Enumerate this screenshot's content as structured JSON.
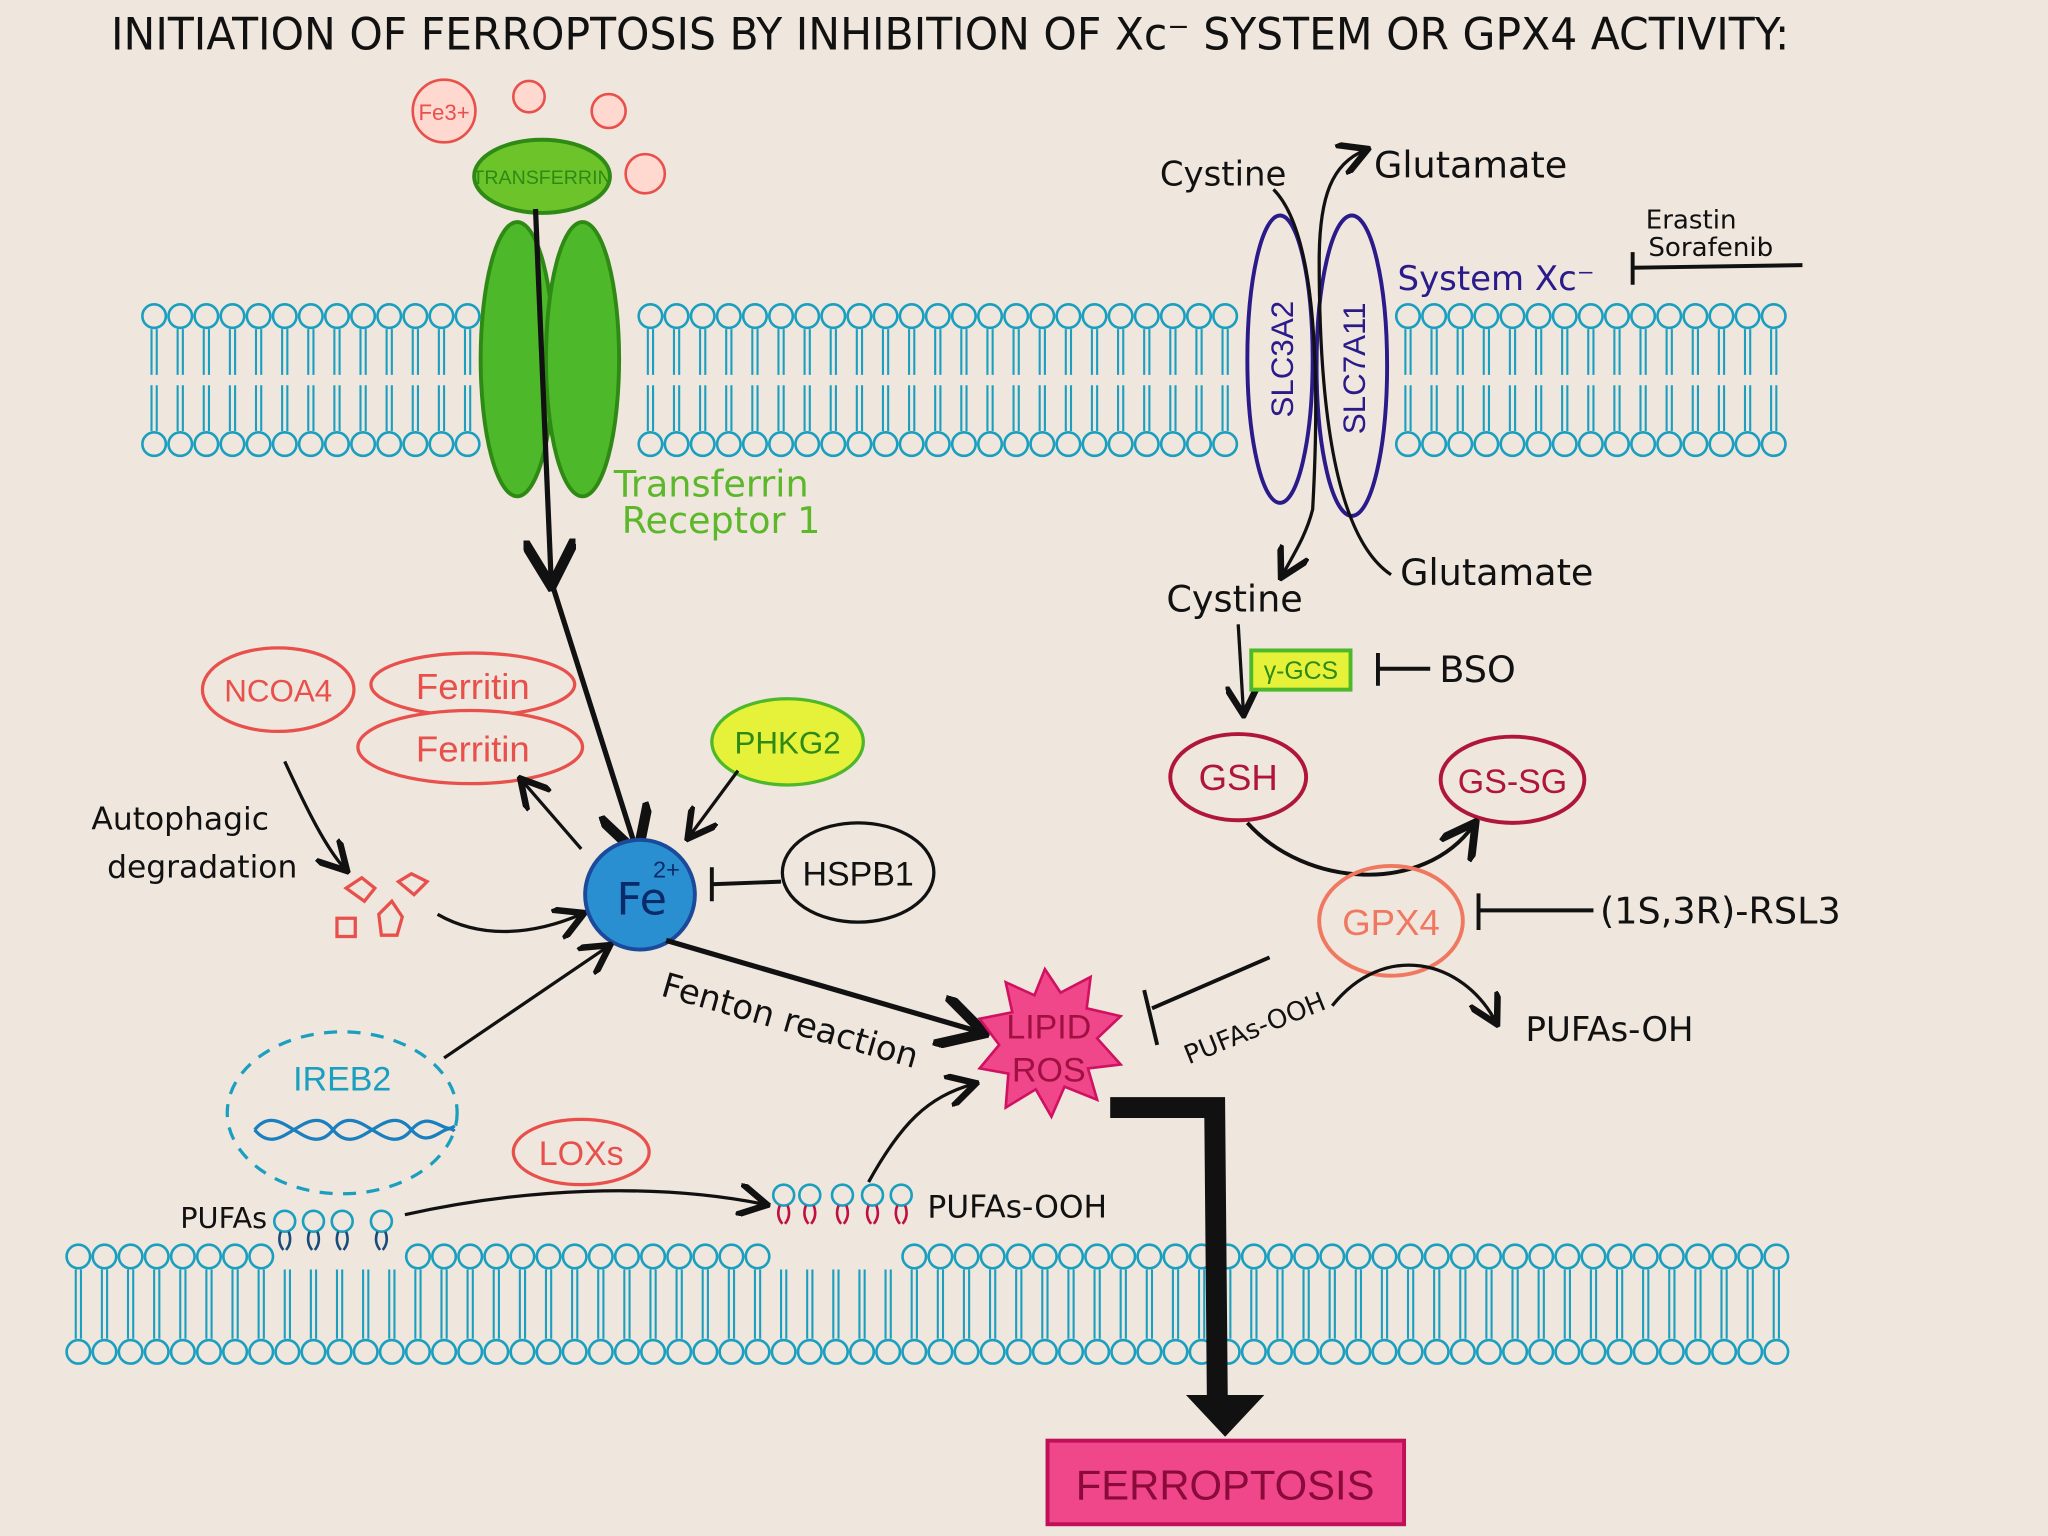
{
  "title": "INITIATION OF FERROPTOSIS BY INHIBITION OF Xc⁻ SYSTEM OR GPX4 ACTIVITY:",
  "iron": {
    "fe3_label": "Fe3+",
    "transferrin": "TRANSFERRIN",
    "receptor_line1": "Transferrin",
    "receptor_line2": "Receptor 1",
    "fe2_label": "Fe",
    "fe2_charge": "2+"
  },
  "system_xc": {
    "cystine_out": "Cystine",
    "glutamate_out": "Glutamate",
    "cystine_in": "Cystine",
    "glutamate_in": "Glutamate",
    "slc3a2": "SLC3A2",
    "slc7a11": "SLC7A11",
    "label": "System Xc⁻",
    "inhibitor1": "Erastin",
    "inhibitor2": "Sorafenib"
  },
  "glutathione": {
    "gcs": "γ-GCS",
    "bso": "BSO",
    "gsh": "GSH",
    "gssg": "GS-SG",
    "gpx4": "GPX4",
    "rsl3": "(1S,3R)-RSL3",
    "pufas_ooh": "PUFAs-OOH",
    "pufas_oh": "PUFAs-OH"
  },
  "ferritinophagy": {
    "ncoa4": "NCOA4",
    "ferritin1": "Ferritin",
    "ferritin2": "Ferritin",
    "autophagic1": "Autophagic",
    "autophagic2": "degradation",
    "phkg2": "PHKG2",
    "hspb1": "HSPB1",
    "ireb2": "IREB2"
  },
  "lipids": {
    "fenton": "Fenton reaction",
    "lipid_ros1": "LIPID",
    "lipid_ros2": "ROS",
    "loxs": "LOXs",
    "pufas": "PUFAs",
    "pufas_ooh": "PUFAs-OOH",
    "ferroptosis": "FERROPTOSIS"
  },
  "colors": {
    "membrane": "#1a9fbf",
    "green": "#4cb82a",
    "red": "#e8504c",
    "crimson": "#b0163a",
    "purple": "#2a1a8a",
    "pink": "#f0468a",
    "blue": "#2a8fd0",
    "yellow": "#e6f23a"
  }
}
